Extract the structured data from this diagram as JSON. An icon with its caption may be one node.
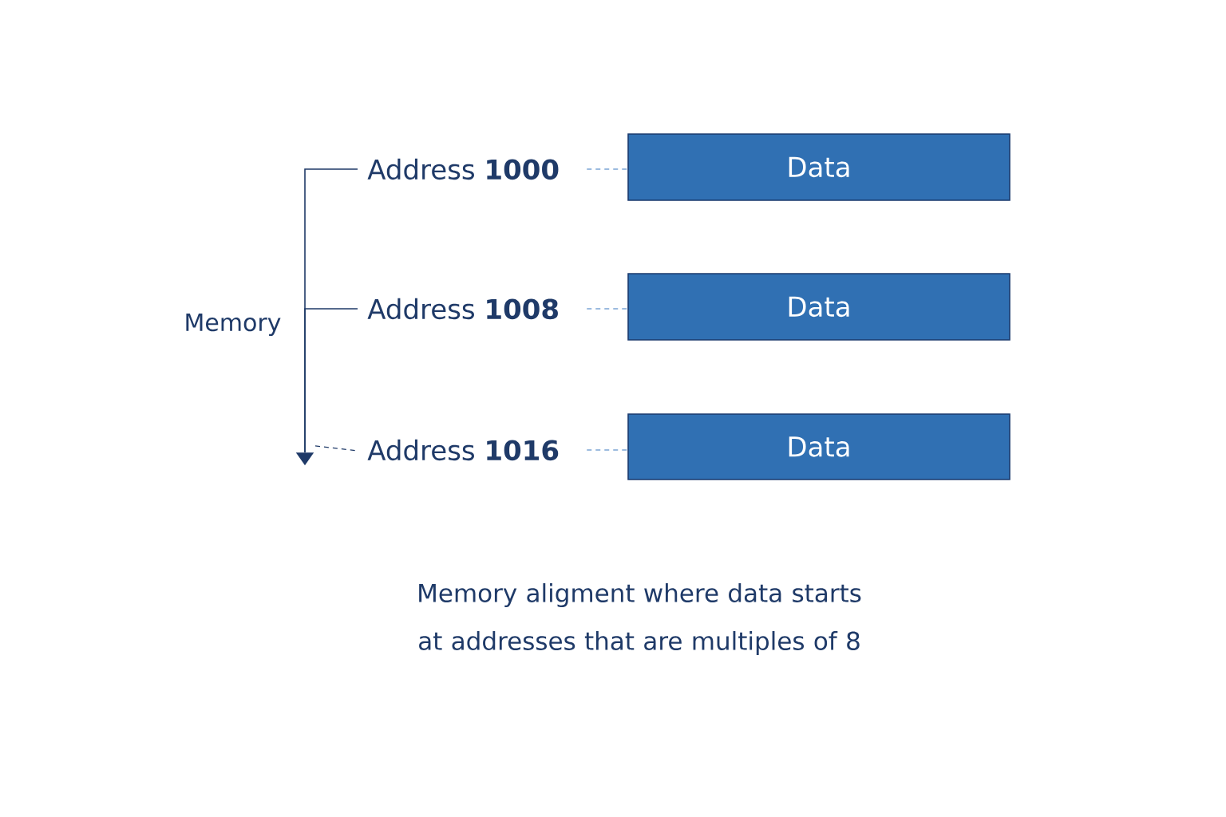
{
  "diagram": {
    "caption": "Memory aligment where data starts at addresses that are multiples of 8",
    "nodes": [
      {
        "text": [
          "Address **1000**"
        ]
      },
      {
        "text": [
          "Address **1008**"
        ]
      },
      {
        "text": [
          "Address **1016**"
        ]
      },
      {
        "text": [
          "Data"
        ]
      },
      {
        "text": [
          "Data"
        ]
      },
      {
        "text": [
          "Data"
        ]
      },
      {
        "text": [],
        "shape": "triangle"
      }
    ],
    "edges": [
      {
        "from": 0,
        "to": 3,
        "arrow": "none",
        "style": "dashed"
      },
      {
        "from": 1,
        "to": 4,
        "arrow": "none",
        "style": "dashed"
      },
      {
        "from": 2,
        "to": 5,
        "arrow": "none",
        "style": "dashed"
      },
      {
        "from": 0,
        "to": 6,
        "arrow": "none"
      },
      {
        "from": 1,
        "to": 6,
        "arrow": "none"
      },
      {
        "from": 6,
        "to": 2,
        "arrow": "none",
        "style": "dashed",
        "color": "#1f3a68"
      }
    ],
    "labels": [
      "Memory"
    ]
  }
}
